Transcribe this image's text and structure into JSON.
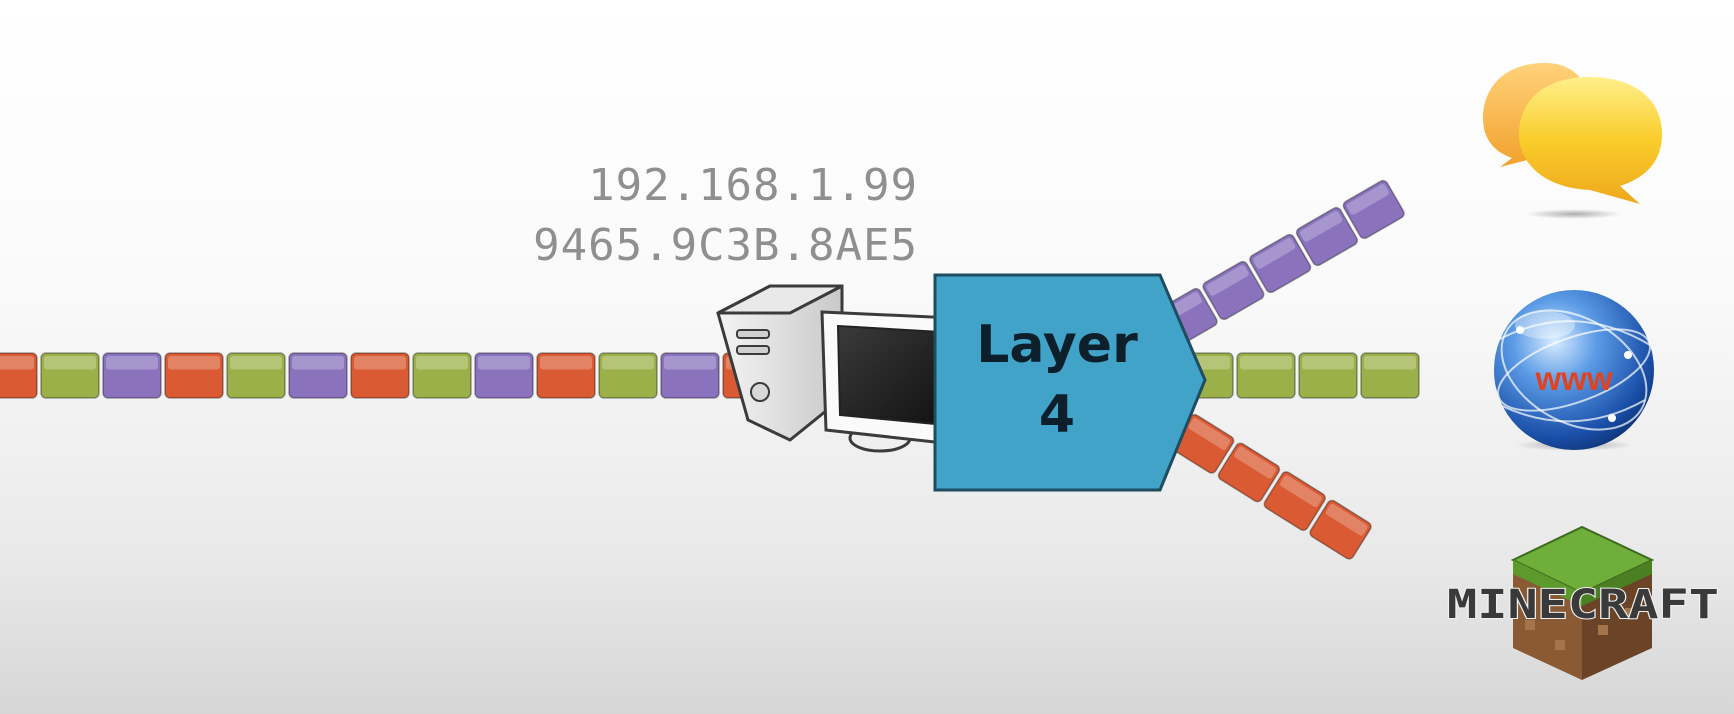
{
  "addresses": {
    "ip": "192.168.1.99",
    "mac": "9465.9C3B.8AE5"
  },
  "layer_box": {
    "line1": "Layer",
    "line2": "4",
    "color": "#41a3c8"
  },
  "segment_colors": {
    "orange": "#d95a33",
    "green": "#9cb04a",
    "purple": "#8a72bd"
  },
  "incoming_stream": [
    "orange",
    "green",
    "purple",
    "orange",
    "green",
    "purple",
    "orange",
    "green",
    "purple",
    "orange",
    "green",
    "purple",
    "orange"
  ],
  "outputs": [
    {
      "stream": "purple",
      "app_icon": "chat-bubbles-icon"
    },
    {
      "stream": "green",
      "app_icon": "www-globe-icon",
      "label": "www"
    },
    {
      "stream": "orange",
      "app_icon": "minecraft-logo-icon",
      "label": "MINECRAFT"
    }
  ]
}
